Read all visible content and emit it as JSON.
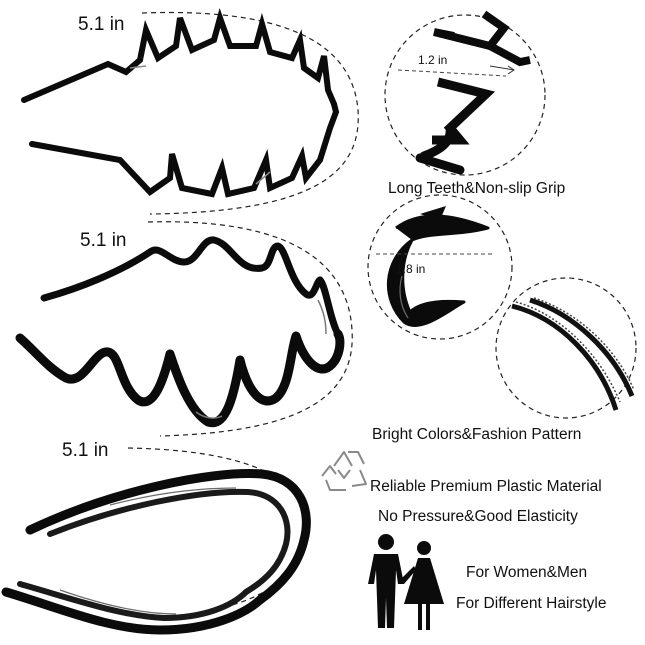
{
  "sizes": {
    "band1": "5.1 in",
    "band2": "5.1 in",
    "band3": "5.1 in"
  },
  "details": {
    "tooth_length": "1.2 in",
    "wave_length": "1.8 in"
  },
  "features": {
    "grip": "Long Teeth&Non-slip Grip",
    "colors": "Bright Colors&Fashion Pattern",
    "material": "Reliable Premium Plastic Material",
    "elasticity": "No Pressure&Good Elasticity",
    "audience": "For Women&Men",
    "hairstyle": "For Different Hairstyle"
  },
  "icons": [
    "recycle-icon",
    "man-woman-icon"
  ],
  "colors": {
    "band": "#0b0b0b",
    "highlight": "#6b6b6b",
    "dash": "#222222",
    "recycle": "#8a8a8a"
  }
}
